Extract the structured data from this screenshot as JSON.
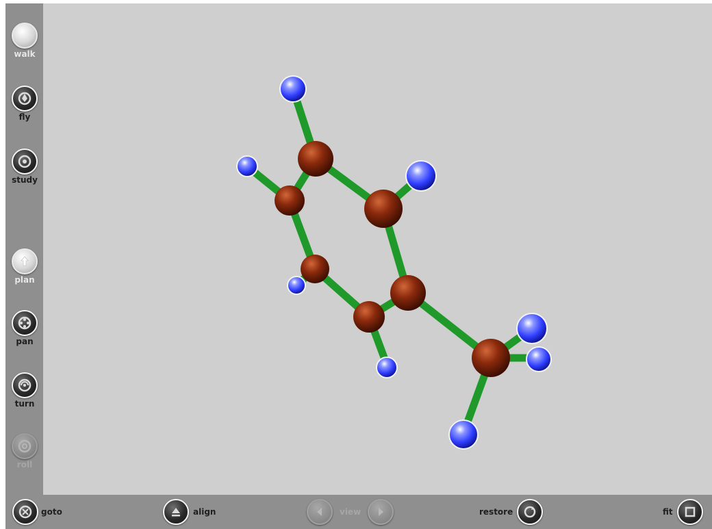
{
  "sidebar": {
    "tools": [
      {
        "label": "walk",
        "icon": "walk-icon"
      },
      {
        "label": "fly",
        "icon": "fly-icon"
      },
      {
        "label": "study",
        "icon": "study-icon"
      },
      {
        "label": "plan",
        "icon": "plan-icon"
      },
      {
        "label": "pan",
        "icon": "pan-icon"
      },
      {
        "label": "turn",
        "icon": "turn-icon"
      },
      {
        "label": "roll",
        "icon": "roll-icon"
      }
    ]
  },
  "bottombar": {
    "goto": {
      "label": "goto",
      "icon": "goto-icon"
    },
    "align": {
      "label": "align",
      "icon": "align-icon"
    },
    "view": {
      "label": "view",
      "prev_icon": "previous-view-icon",
      "next_icon": "next-view-icon"
    },
    "restore": {
      "label": "restore",
      "icon": "restore-icon"
    },
    "fit": {
      "label": "fit",
      "icon": "fit-icon"
    }
  },
  "scene": {
    "model": "molecule",
    "colors": {
      "background": "#cfcfcf",
      "bond": "#1f9a2a",
      "heavy_atom": "#8b2a0c",
      "light_atom": "#2f3dff"
    }
  }
}
